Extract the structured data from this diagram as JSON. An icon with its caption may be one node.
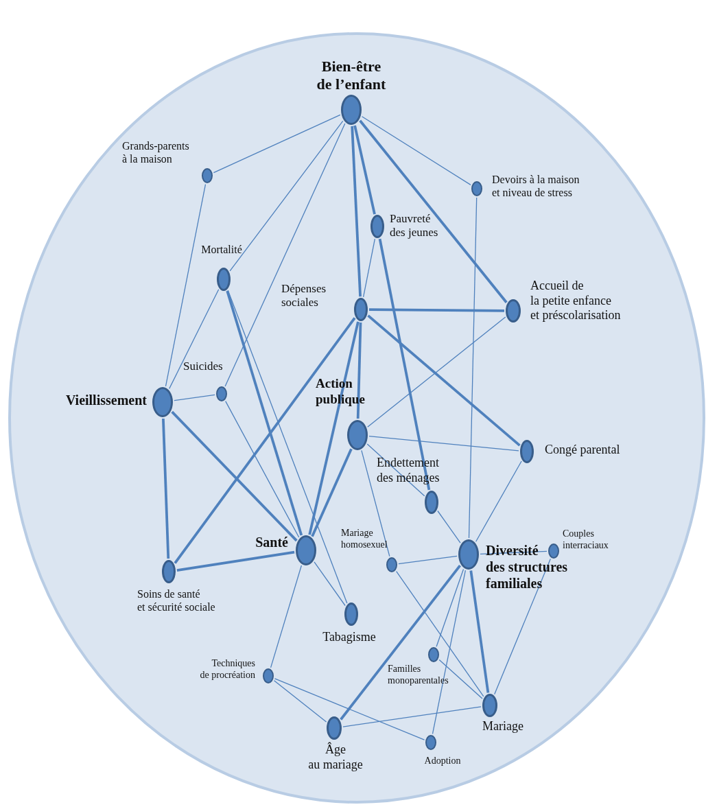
{
  "diagram": {
    "nodes": [
      {
        "text": [
          "Bien-être de l’enfant"
        ]
      },
      {
        "text": [
          "Grands-parents à la maison"
        ]
      },
      {
        "text": [
          "Devoirs à la maison et niveau de stress"
        ]
      },
      {
        "text": [
          "Pauvreté des jeunes"
        ]
      },
      {
        "text": [
          "Mortalité"
        ]
      },
      {
        "text": [
          "Dépenses sociales"
        ]
      },
      {
        "text": [
          "Accueil de la petite enfance et préscolarisation"
        ]
      },
      {
        "text": [
          "Vieillissement"
        ]
      },
      {
        "text": [
          "Suicides"
        ]
      },
      {
        "text": [
          "Action publique"
        ]
      },
      {
        "text": [
          "Congé parental"
        ]
      },
      {
        "text": [
          "Endettement des ménages"
        ]
      },
      {
        "text": [
          "Santé"
        ]
      },
      {
        "text": [
          "Mariage homosexuel"
        ]
      },
      {
        "text": [
          "Couples interraciaux"
        ]
      },
      {
        "text": [
          "Diversité des structures familiales"
        ]
      },
      {
        "text": [
          "Soins de santé et sécurité sociale"
        ]
      },
      {
        "text": [
          "Tabagisme"
        ]
      },
      {
        "text": [
          "Techniques de procréation"
        ]
      },
      {
        "text": [
          "Familles monoparentales"
        ]
      },
      {
        "text": [
          "Mariage"
        ]
      },
      {
        "text": [
          "Âge au mariage"
        ]
      },
      {
        "text": [
          "Adoption"
        ]
      }
    ],
    "edges": [
      {
        "from": 0,
        "to": 1,
        "arrow": "none"
      },
      {
        "from": 0,
        "to": 4,
        "arrow": "none"
      },
      {
        "from": 0,
        "to": 8,
        "arrow": "none"
      },
      {
        "from": 0,
        "to": 5,
        "arrow": "none",
        "style": "thick"
      },
      {
        "from": 0,
        "to": 3,
        "arrow": "none",
        "style": "thick"
      },
      {
        "from": 0,
        "to": 6,
        "arrow": "none",
        "style": "thick"
      },
      {
        "from": 0,
        "to": 2,
        "arrow": "none"
      },
      {
        "from": 1,
        "to": 7,
        "arrow": "none"
      },
      {
        "from": 2,
        "to": 15,
        "arrow": "none"
      },
      {
        "from": 3,
        "to": 5,
        "arrow": "none"
      },
      {
        "from": 3,
        "to": 11,
        "arrow": "none",
        "style": "thick"
      },
      {
        "from": 4,
        "to": 7,
        "arrow": "none"
      },
      {
        "from": 4,
        "to": 12,
        "arrow": "none",
        "style": "thick"
      },
      {
        "from": 4,
        "to": 17,
        "arrow": "none"
      },
      {
        "from": 5,
        "to": 6,
        "arrow": "none",
        "style": "thick"
      },
      {
        "from": 5,
        "to": 16,
        "arrow": "none",
        "style": "thick"
      },
      {
        "from": 5,
        "to": 12,
        "arrow": "none",
        "style": "thick"
      },
      {
        "from": 5,
        "to": 9,
        "arrow": "none",
        "style": "thick"
      },
      {
        "from": 5,
        "to": 10,
        "arrow": "none",
        "style": "thick"
      },
      {
        "from": 6,
        "to": 9,
        "arrow": "none"
      },
      {
        "from": 7,
        "to": 8,
        "arrow": "none"
      },
      {
        "from": 7,
        "to": 12,
        "arrow": "none",
        "style": "thick"
      },
      {
        "from": 7,
        "to": 16,
        "arrow": "none",
        "style": "thick"
      },
      {
        "from": 8,
        "to": 12,
        "arrow": "none"
      },
      {
        "from": 9,
        "to": 10,
        "arrow": "none"
      },
      {
        "from": 9,
        "to": 11,
        "arrow": "none"
      },
      {
        "from": 9,
        "to": 13,
        "arrow": "none"
      },
      {
        "from": 9,
        "to": 12,
        "arrow": "none",
        "style": "thick"
      },
      {
        "from": 10,
        "to": 15,
        "arrow": "none"
      },
      {
        "from": 11,
        "to": 15,
        "arrow": "none"
      },
      {
        "from": 12,
        "to": 16,
        "arrow": "none",
        "style": "thick"
      },
      {
        "from": 12,
        "to": 17,
        "arrow": "none"
      },
      {
        "from": 12,
        "to": 18,
        "arrow": "none"
      },
      {
        "from": 13,
        "to": 15,
        "arrow": "none"
      },
      {
        "from": 13,
        "to": 20,
        "arrow": "none"
      },
      {
        "from": 14,
        "to": 15,
        "arrow": "none"
      },
      {
        "from": 14,
        "to": 20,
        "arrow": "none"
      },
      {
        "from": 15,
        "to": 21,
        "arrow": "none",
        "style": "thick"
      },
      {
        "from": 15,
        "to": 19,
        "arrow": "none"
      },
      {
        "from": 15,
        "to": 22,
        "arrow": "none"
      },
      {
        "from": 15,
        "to": 20,
        "arrow": "none",
        "style": "thick"
      },
      {
        "from": 18,
        "to": 21,
        "arrow": "none"
      },
      {
        "from": 18,
        "to": 22,
        "arrow": "none"
      },
      {
        "from": 19,
        "to": 20,
        "arrow": "none"
      },
      {
        "from": 20,
        "to": 21,
        "arrow": "none"
      }
    ]
  }
}
